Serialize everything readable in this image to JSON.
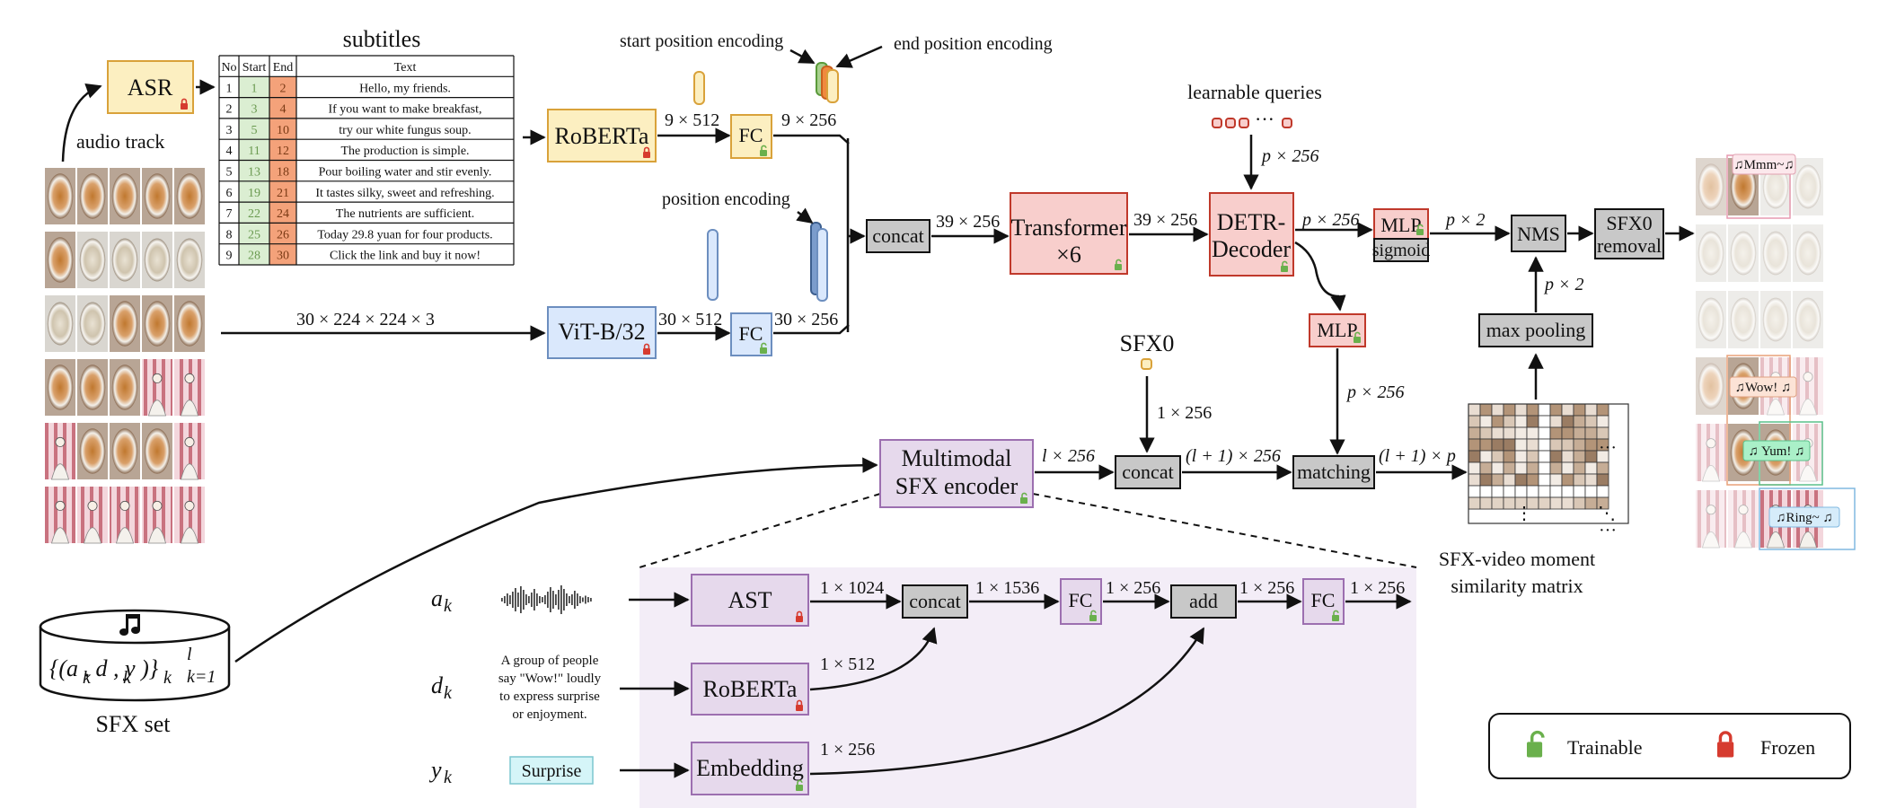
{
  "top": {
    "subtitles_title": "subtitles",
    "asr": "ASR",
    "audio_track": "audio track",
    "table_headers": [
      "No",
      "Start",
      "End",
      "Text"
    ],
    "table_rows": [
      [
        "1",
        "1",
        "2",
        "Hello, my friends."
      ],
      [
        "2",
        "3",
        "4",
        "If you want to make breakfast,"
      ],
      [
        "3",
        "5",
        "10",
        "try our white fungus soup."
      ],
      [
        "4",
        "11",
        "12",
        "The production is simple."
      ],
      [
        "5",
        "13",
        "18",
        "Pour boiling water and stir evenly."
      ],
      [
        "6",
        "19",
        "21",
        "It tastes silky, sweet and refreshing."
      ],
      [
        "7",
        "22",
        "24",
        "The nutrients are sufficient."
      ],
      [
        "8",
        "25",
        "26",
        "Today 29.8 yuan for four products."
      ],
      [
        "9",
        "28",
        "30",
        "Click the link and buy it now!"
      ]
    ],
    "roberta": "RoBERTa",
    "vit": "ViT-B/32",
    "fc": "FC",
    "concat": "concat",
    "transformer": "Transformer",
    "transformer_x6": "×6",
    "detr_line1": "DETR-",
    "detr_line2": "Decoder",
    "mlp": "MLP",
    "sigmoid": "sigmoid",
    "nms": "NMS",
    "sfx0_removal_line1": "SFX0",
    "sfx0_removal_line2": "removal",
    "max_pooling": "max pooling",
    "matching": "matching",
    "multimodal_line1": "Multimodal",
    "multimodal_line2": "SFX encoder",
    "sfx0": "SFX0",
    "start_pos_enc": "start position encoding",
    "end_pos_enc": "end position encoding",
    "pos_enc": "position encoding",
    "learnable_queries": "learnable queries",
    "queries_dots": "···",
    "sim_matrix_line1": "SFX-video moment",
    "sim_matrix_line2": "similarity matrix",
    "matrix_dots": "···",
    "matrix_vdots": "⋮",
    "matrix_ddots": "⋱"
  },
  "dims": {
    "d9x512": "9 × 512",
    "d9x256": "9 × 256",
    "d30x224": "30 × 224 × 224 × 3",
    "d30x512": "30 × 512",
    "d30x256": "30 × 256",
    "d39x256_a": "39 × 256",
    "d39x256_b": "39 × 256",
    "dpx256_q": "p × 256",
    "dpx256_mlp": "p × 256",
    "dpx256_match": "p × 256",
    "dpx2_a": "p × 2",
    "dpx2_b": "p × 2",
    "d1x256_sfx0": "1 × 256",
    "dlx256": "l × 256",
    "dl1x256": "(l + 1) × 256",
    "dl1xp": "(l + 1) × p",
    "d1x1024": "1 × 1024",
    "d1x1536": "1 × 1536",
    "d1x256_fc": "1 × 256",
    "d1x256_add": "1 × 256",
    "d1x256_out": "1 × 256",
    "d1x512": "1 × 512",
    "d1x256_emb": "1 × 256"
  },
  "bottom": {
    "ak": "a",
    "dk": "d",
    "yk": "y",
    "sub_k": "k",
    "desc_lines": [
      "A group of people",
      "say \"Wow!\" loudly",
      "to express surprise",
      "or enjoyment."
    ],
    "surprise": "Surprise",
    "ast": "AST",
    "roberta": "RoBERTa",
    "embedding": "Embedding",
    "concat": "concat",
    "fc": "FC",
    "add": "add",
    "sfx_set_formula": "{(a , d , y )}",
    "sfx_set_label": "SFX set",
    "sup_l": "l",
    "sub_k1": "k=1"
  },
  "video_bubbles": [
    "♫Mmm~♫",
    "♫Wow! ♫",
    "♫ Yum! ♫",
    "♫Ring~ ♫"
  ],
  "legend": {
    "trainable": "Trainable",
    "frozen": "Frozen"
  },
  "colors": {
    "yellow_fill": "#fcefc1",
    "yellow_stroke": "#d9a23a",
    "blue_fill": "#dae8fc",
    "blue_stroke": "#6c8ebf",
    "red_fill": "#f8cecc",
    "red_stroke": "#c0392b",
    "purple_fill": "#e6d9ec",
    "purple_stroke": "#9c6fb0",
    "gray_fill": "#c8c8c8",
    "lock_green": "#6ab04c",
    "lock_red": "#d63b2f"
  }
}
